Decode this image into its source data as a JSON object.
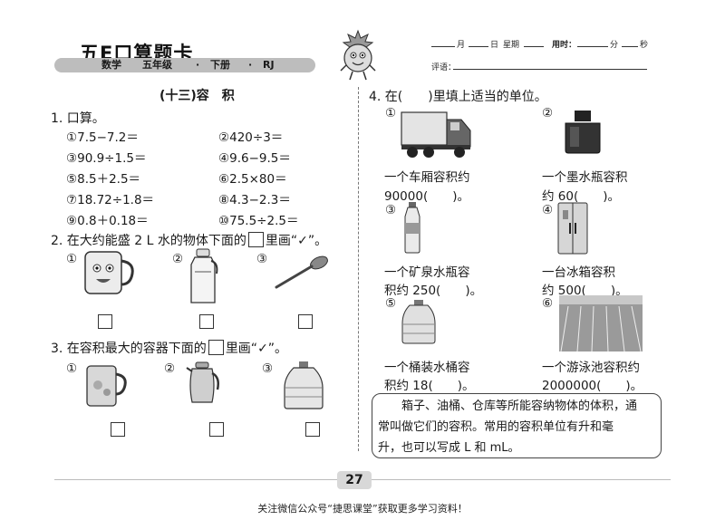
{
  "header": {
    "brand": "五E口算题卡",
    "subject": "数学",
    "grade": "五年级",
    "volume": "下册",
    "edition": "RJ",
    "sep": "·",
    "month_label": "月",
    "day_label": "日",
    "weekday_label": "星期",
    "time_label": "用时：",
    "minute_label": "分",
    "second_label": "秒",
    "review_label": "评语："
  },
  "title": "(十三)容　积",
  "q1": {
    "heading": "1. 口算。",
    "items": [
      {
        "n": "①",
        "expr": "7.5−7.2＝"
      },
      {
        "n": "②",
        "expr": "420÷3＝"
      },
      {
        "n": "③",
        "expr": "90.9÷1.5＝"
      },
      {
        "n": "④",
        "expr": "9.6−9.5＝"
      },
      {
        "n": "⑤",
        "expr": "8.5＋2.5＝"
      },
      {
        "n": "⑥",
        "expr": "2.5×80＝"
      },
      {
        "n": "⑦",
        "expr": "18.72÷1.8＝"
      },
      {
        "n": "⑧",
        "expr": "4.3−2.3＝"
      },
      {
        "n": "⑨",
        "expr": "0.8＋0.18＝"
      },
      {
        "n": "⑩",
        "expr": "75.5÷2.5＝"
      }
    ]
  },
  "q2": {
    "heading_a": "2. 在大约能盛 2 L 水的物体下面的",
    "heading_b": "里画“✓”。",
    "labels": [
      "①",
      "②",
      "③"
    ],
    "images": [
      "mug-icon",
      "thermos-icon",
      "spoon-icon"
    ]
  },
  "q3": {
    "heading_a": "3. 在容积最大的容器下面的",
    "heading_b": "里画“✓”。",
    "labels": [
      "①",
      "②",
      "③"
    ],
    "images": [
      "cup-icon",
      "kettle-icon",
      "water-bucket-icon"
    ]
  },
  "q4": {
    "heading": "4. 在(　　)里填上适当的单位。",
    "items": [
      {
        "n": "①",
        "line1": "一个车厢容积约",
        "line2": "90000(　　)。",
        "image": "truck-icon"
      },
      {
        "n": "②",
        "line1": "一个墨水瓶容积",
        "line2": "约 60(　　)。",
        "image": "ink-bottle-icon"
      },
      {
        "n": "③",
        "line1": "一个矿泉水瓶容",
        "line2": "积约 250(　　)。",
        "image": "water-bottle-icon"
      },
      {
        "n": "④",
        "line1": "一台冰箱容积",
        "line2": "约 500(　　)。",
        "image": "fridge-icon"
      },
      {
        "n": "⑤",
        "line1": "一个桶装水桶容",
        "line2": "积约 18(　　)。",
        "image": "water-bucket-icon"
      },
      {
        "n": "⑥",
        "line1": "一个游泳池容积约",
        "line2": "2000000(　　)。",
        "image": "pool-icon"
      }
    ]
  },
  "note": {
    "line1": "　　箱子、油桶、仓库等所能容纳物体的体积，通",
    "line2": "常叫做它们的容积。常用的容积单位有升和毫",
    "line3": "升，也可以写成 L 和 mL。"
  },
  "page_number": "27",
  "footer": "关注微信公众号“捷思课堂”获取更多学习资料！",
  "colors": {
    "band": "#bdbdbd",
    "text": "#1a1a1a"
  }
}
